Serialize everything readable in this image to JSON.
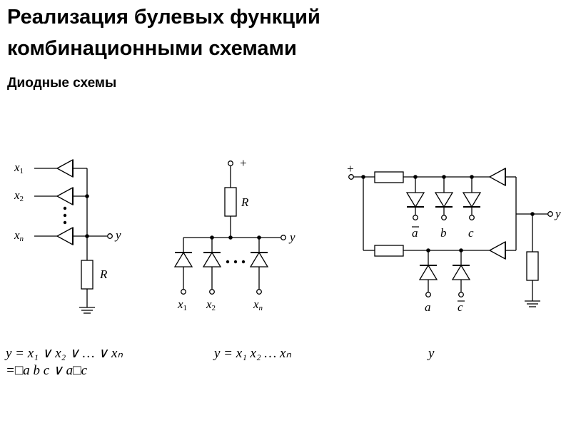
{
  "header": {
    "title_line1": "Реализация булевых функций",
    "title_line2": "комбинационными схемами",
    "subtitle": "Диодные схемы"
  },
  "circuit_or": {
    "inputs": [
      {
        "var": "x",
        "sub": "1"
      },
      {
        "var": "x",
        "sub": "2"
      },
      {
        "var": "x",
        "sub": "n"
      }
    ],
    "resistor": "R",
    "output": "y"
  },
  "circuit_and": {
    "plus": "+",
    "resistor": "R",
    "output": "y",
    "inputs": [
      {
        "var": "x",
        "sub": "1"
      },
      {
        "var": "x",
        "sub": "2"
      },
      {
        "var": "x",
        "sub": "n"
      }
    ]
  },
  "circuit_mixed": {
    "plus": "+",
    "output": "y",
    "upper_inputs": [
      "a",
      "b",
      "c"
    ],
    "lower_inputs": [
      "a",
      "c"
    ]
  },
  "formulas": {
    "or": "y = x₁ ∨ x₂ ∨ … ∨ xₙ",
    "and": "y = x₁ x₂ … xₙ",
    "mixed_line1": "y",
    "mixed_line2": "=□a b c ∨ a□c"
  }
}
